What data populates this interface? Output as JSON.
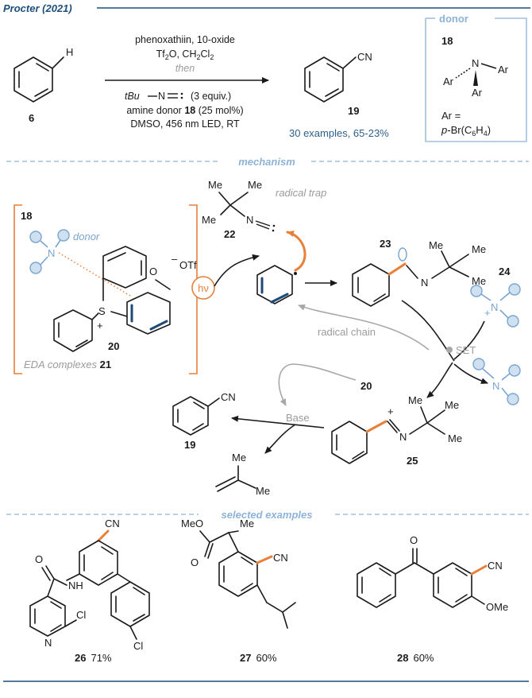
{
  "header": {
    "title": "Procter (2021)"
  },
  "scheme": {
    "reactant_label": "6",
    "reactant_h": "H",
    "cond_line1": "phenoxathiin, 10-oxide",
    "cond_line2_a": "Tf",
    "cond_line2_sub": "2",
    "cond_line2_b": "O, CH",
    "cond_line2_sub2": "2",
    "cond_line2_c": "Cl",
    "cond_line2_sub3": "2",
    "cond_then": "then",
    "cond_tbu": "tBu",
    "cond_iso_equiv": "(3 equiv.)",
    "cond_amine_a": "amine donor ",
    "cond_amine_num": "18",
    "cond_amine_b": " (25 mol%)",
    "cond_last": "DMSO, 456 nm LED, RT",
    "product_label": "19",
    "product_cn": "CN",
    "scope_text": "30 examples,  65-23%"
  },
  "donor_box": {
    "title": "donor",
    "num": "18",
    "n": "N",
    "ar1": "Ar",
    "ar2": "Ar",
    "ar3": "Ar",
    "ar_def1": "Ar =",
    "ar_def2_a": "p",
    "ar_def2_b": "-Br(C",
    "ar_def2_sub": "6",
    "ar_def2_c": "H",
    "ar_def2_sub2": "4",
    "ar_def2_d": ")"
  },
  "mechanism": {
    "section_title": "mechanism",
    "radical_trap": "radical trap",
    "me1": "Me",
    "me2": "Me",
    "me3": "Me",
    "n22": "N",
    "label22": "22",
    "label18": "18",
    "donor_word": "donor",
    "otf": "OTf",
    "minus": "–",
    "o_atom": "O",
    "s_atom": "S",
    "plus": "+",
    "label20": "20",
    "eda_text": "EDA complexes ",
    "label21": "21",
    "hv": "hν",
    "label23": "23",
    "n23": "N",
    "me23a": "Me",
    "me23b": "Me",
    "me23c": "Me",
    "label24": "24",
    "radical_chain": "radical chain",
    "set": "SET",
    "label20b": "20",
    "label25": "25",
    "n25": "N",
    "me25a": "Me",
    "me25b": "Me",
    "me25c": "Me",
    "plus25": "+",
    "base": "Base",
    "label19": "19",
    "cn19": "CN",
    "me_iso1": "Me",
    "me_iso2": "Me"
  },
  "examples": {
    "section_title": "selected examples",
    "e26_label": "26",
    "e26_yield": "71%",
    "e26_o": "O",
    "e26_nh": "NH",
    "e26_cl1": "Cl",
    "e26_cl2": "Cl",
    "e26_n": "N",
    "e26_cn": "CN",
    "e27_label": "27",
    "e27_yield": "60%",
    "e27_meo": "MeO",
    "e27_me": "Me",
    "e27_o": "O",
    "e27_cn": "CN",
    "e28_label": "28",
    "e28_yield": "60%",
    "e28_o": "O",
    "e28_cn": "CN",
    "e28_ome": "OMe"
  },
  "colors": {
    "header_blue": "#1f4f7a",
    "section_blue": "#8db3d8",
    "accent_orange": "#e8803a",
    "donor_blue": "#7aa5cf",
    "grey": "#9b9b9b"
  }
}
